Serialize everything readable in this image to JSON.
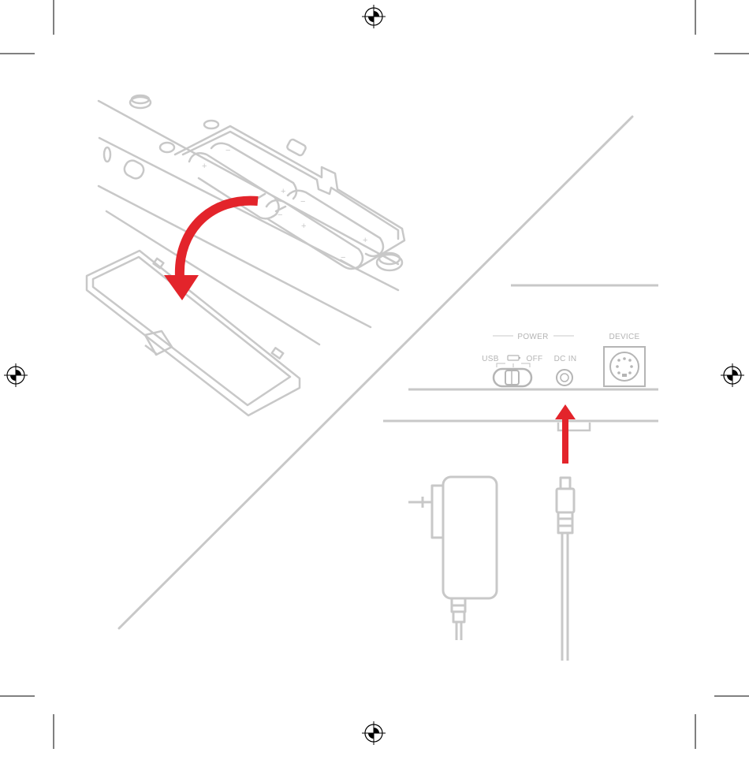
{
  "panel": {
    "power_label": "POWER",
    "usb_label": "USB",
    "off_label": "OFF",
    "dcin_label": "DC IN",
    "device_label": "DEVICE"
  },
  "colors": {
    "line": "#c8c8c8",
    "line_dark": "#b5b5b5",
    "accent_red": "#e3242b",
    "registration": "#000000"
  },
  "icons": {
    "registration_mark": "crosshair-circle-icon",
    "rotate_arrow": "curved-arrow-icon",
    "insert_arrow": "up-arrow-icon"
  }
}
